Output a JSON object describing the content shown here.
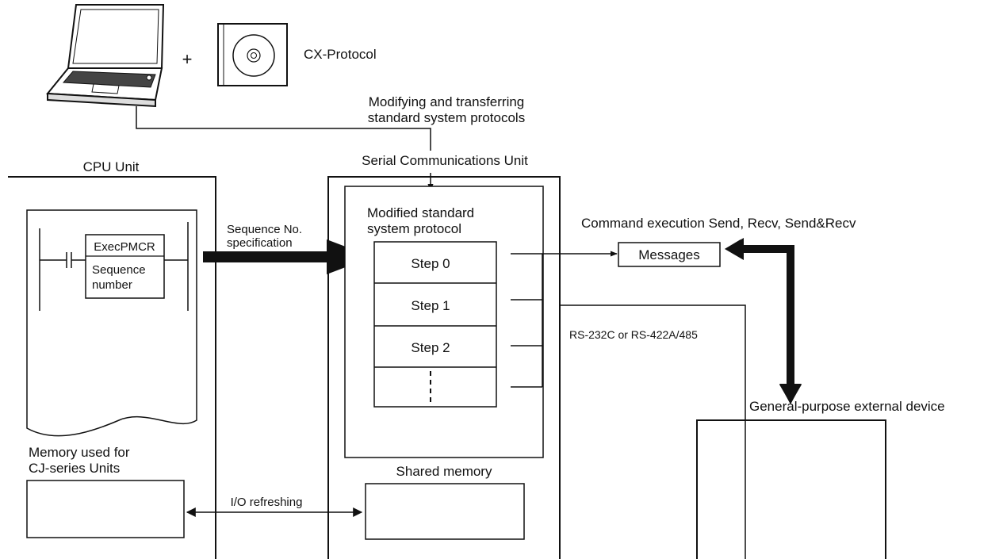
{
  "software": {
    "plus": "+",
    "name": "CX-Protocol",
    "transfer_line1": "Modifying and transferring",
    "transfer_line2": "standard system protocols"
  },
  "cpu_unit": {
    "title": "CPU Unit",
    "instruction": "ExecPMCR",
    "operand_line1": "Sequence",
    "operand_line2": "number",
    "memory_line1": "Memory used for",
    "memory_line2": "CJ-series Units"
  },
  "links": {
    "seq_line1": "Sequence No.",
    "seq_line2": "specification",
    "io_refresh": "I/O refreshing",
    "rs_port": "RS-232C or RS-422A/485"
  },
  "serial_unit": {
    "title": "Serial Communications Unit",
    "protocol_line1": "Modified standard",
    "protocol_line2": "system protocol",
    "steps": [
      "Step 0",
      "Step 1",
      "Step 2"
    ],
    "shared_memory": "Shared memory"
  },
  "messages": {
    "command": "Command execution Send, Recv, Send&Recv",
    "label": "Messages"
  },
  "external": {
    "label": "General-purpose external device"
  }
}
